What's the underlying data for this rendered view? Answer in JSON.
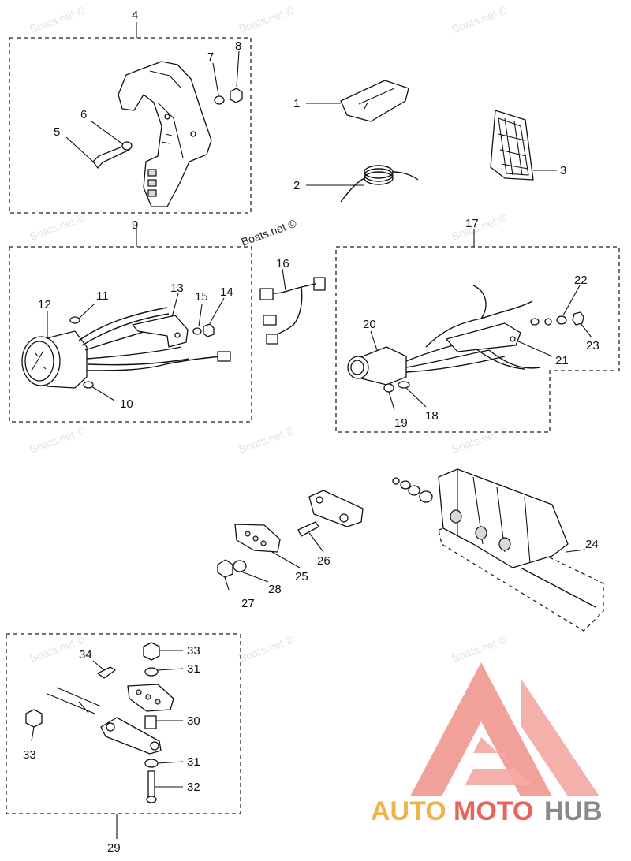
{
  "watermark": {
    "text": "Boats.net ©",
    "center_text": "Boats.net ©"
  },
  "logo": {
    "auto": "AUTO",
    "moto": "MOTO",
    "hub": "HUB",
    "colors": {
      "auto": "#f0b24a",
      "moto": "#e9635a",
      "hub": "#8a8a8a",
      "triangle": "#ef8f88"
    }
  },
  "groups": {
    "g4": "4",
    "g9": "9",
    "g17": "17",
    "g29": "29"
  },
  "callouts": {
    "c1": "1",
    "c2": "2",
    "c3": "3",
    "c5": "5",
    "c6": "6",
    "c7": "7",
    "c8": "8",
    "c10": "10",
    "c11": "11",
    "c12": "12",
    "c13": "13",
    "c14": "14",
    "c15": "15",
    "c16": "16",
    "c18": "18",
    "c19": "19",
    "c20": "20",
    "c21": "21",
    "c22": "22",
    "c23": "23",
    "c24": "24",
    "c25": "25",
    "c26": "26",
    "c27": "27",
    "c28": "28",
    "c30": "30",
    "c31a": "31",
    "c31b": "31",
    "c32": "32",
    "c33a": "33",
    "c33b": "33",
    "c34": "34"
  }
}
